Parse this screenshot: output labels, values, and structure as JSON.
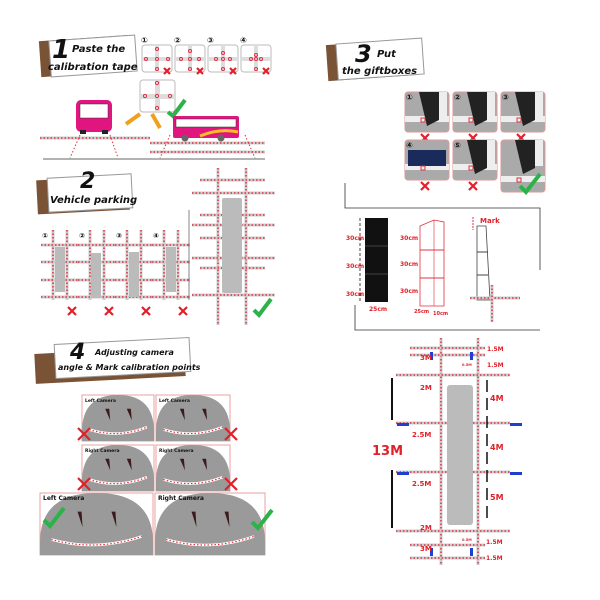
{
  "colors": {
    "tape": "#e03040",
    "wood": "#7a5236",
    "check": "#2bb34a",
    "cross": "#e0202a",
    "marker": "#1f3fd0",
    "car": "#bdbdbd",
    "bus": "#e0157f"
  },
  "step1": {
    "number": "1",
    "line1": "Paste the",
    "line2": "calibration tape",
    "options": [
      "①",
      "②",
      "③",
      "④"
    ]
  },
  "step2": {
    "number": "2",
    "line1": "Vehicle parking",
    "options": [
      "①",
      "②",
      "③",
      "④"
    ]
  },
  "step3": {
    "number": "3",
    "line1": "Put",
    "line2": "the giftboxes",
    "options": [
      "①",
      "②",
      "③",
      "④",
      "⑤"
    ],
    "dims": {
      "h1": "30cm",
      "h2": "30cm",
      "h3": "30cm",
      "w": "25cm",
      "g1": "30cm",
      "g2": "30cm",
      "g3": "30cm",
      "gw": "25cm",
      "gd": "10cm",
      "mark": "Mark"
    }
  },
  "step4": {
    "number": "4",
    "line1": "Adjusting camera",
    "line2": "angle & Mark calibration points",
    "panels": [
      "Left Camera",
      "Left Camera",
      "Right Camera",
      "Right Camera",
      "Left Camera",
      "Right Camera"
    ]
  },
  "layout": {
    "top_gap": "3M",
    "top_r1": "1.5M",
    "top_r2": "1.5M",
    "top_small": "0.5M",
    "front_w": "2M",
    "seg1": "4M",
    "seg2": "4M",
    "seg3": "5M",
    "mid1": "2.5M",
    "mid2": "2.5M",
    "total": "13M",
    "rear_w": "2M",
    "bot_small": "0.5M",
    "bot_r1": "1.5M",
    "bot_r2": "1.5M",
    "bot_gap": "3M"
  }
}
